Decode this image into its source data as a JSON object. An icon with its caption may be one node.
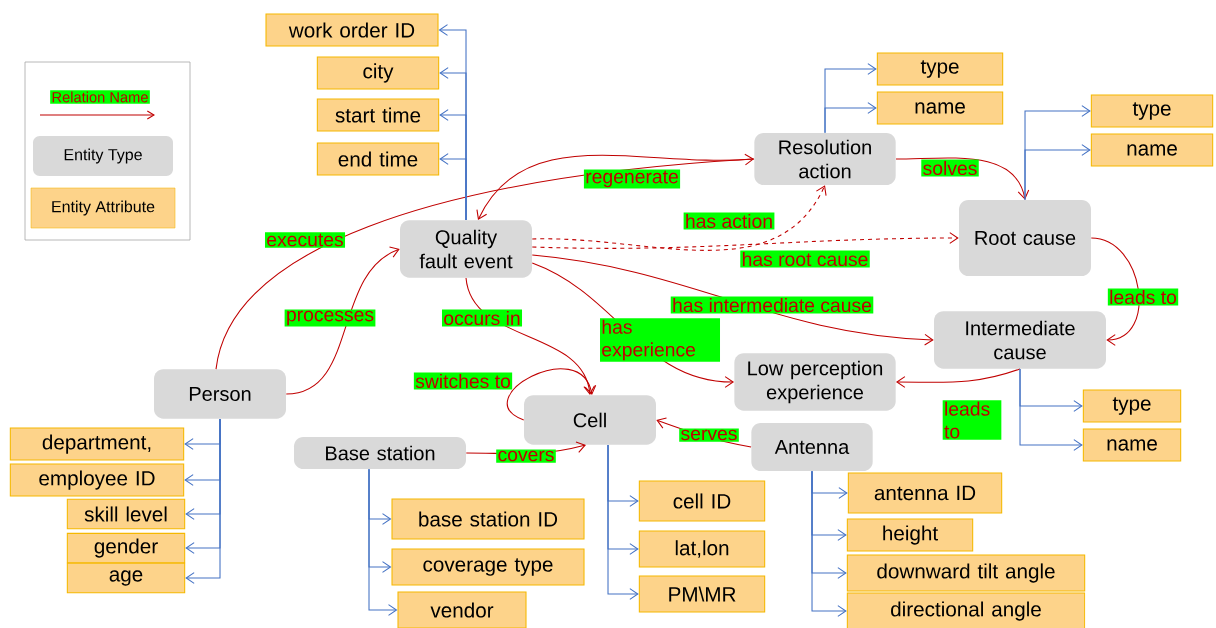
{
  "diagram": {
    "nodes": [
      {
        "text": [
          "Quality fault event"
        ]
      },
      {
        "text": [
          "Resolution action"
        ]
      },
      {
        "text": [
          "Root cause"
        ]
      },
      {
        "text": [
          "Intermediate cause"
        ]
      },
      {
        "text": [
          "Low perception experience"
        ]
      },
      {
        "text": [
          "Person"
        ]
      },
      {
        "text": [
          "Cell"
        ]
      },
      {
        "text": [
          "Base station"
        ]
      },
      {
        "text": [
          "Antenna"
        ]
      },
      {
        "text": [
          "work order ID"
        ]
      },
      {
        "text": [
          "city"
        ]
      },
      {
        "text": [
          "start time"
        ]
      },
      {
        "text": [
          "end time"
        ]
      },
      {
        "text": [
          "type"
        ]
      },
      {
        "text": [
          "name"
        ]
      },
      {
        "text": [
          "type"
        ]
      },
      {
        "text": [
          "name"
        ]
      },
      {
        "text": [
          "type"
        ]
      },
      {
        "text": [
          "name"
        ]
      },
      {
        "text": [
          "department,"
        ]
      },
      {
        "text": [
          "employee ID"
        ]
      },
      {
        "text": [
          "skill level"
        ]
      },
      {
        "text": [
          "gender"
        ]
      },
      {
        "text": [
          "age"
        ]
      },
      {
        "text": [
          "base station ID"
        ]
      },
      {
        "text": [
          "coverage type"
        ]
      },
      {
        "text": [
          "vendor"
        ]
      },
      {
        "text": [
          "cell ID"
        ]
      },
      {
        "text": [
          "lat,lon"
        ]
      },
      {
        "text": [
          "PM\\MR"
        ]
      },
      {
        "text": [
          "antenna ID"
        ]
      },
      {
        "text": [
          "height"
        ]
      },
      {
        "text": [
          "downward tilt angle"
        ]
      },
      {
        "text": [
          "directional angle"
        ]
      }
    ],
    "edges": [
      {
        "from": 5,
        "to": 1,
        "arrow": "to",
        "label": "executes",
        "color": "#c00000"
      },
      {
        "from": 5,
        "to": 0,
        "arrow": "to",
        "label": "processes",
        "color": "#c00000"
      },
      {
        "from": 1,
        "to": 0,
        "arrow": "to",
        "label": "regenerate",
        "color": "#c00000"
      },
      {
        "from": 0,
        "to": 1,
        "arrow": "to",
        "label": "has action",
        "style": "dashed",
        "color": "#c00000"
      },
      {
        "from": 0,
        "to": 2,
        "arrow": "to",
        "label": "has root cause",
        "style": "dashed",
        "color": "#c00000"
      },
      {
        "from": 0,
        "to": 3,
        "arrow": "to",
        "label": "has intermediate cause",
        "color": "#c00000"
      },
      {
        "from": 0,
        "to": 4,
        "arrow": "to",
        "label": "has experience",
        "color": "#c00000"
      },
      {
        "from": 0,
        "to": 6,
        "arrow": "to",
        "label": "occurs in",
        "color": "#c00000"
      },
      {
        "from": 6,
        "to": 6,
        "arrow": "to",
        "label": "switches to",
        "color": "#c00000"
      },
      {
        "from": 7,
        "to": 6,
        "arrow": "to",
        "label": "covers",
        "color": "#c00000"
      },
      {
        "from": 8,
        "to": 6,
        "arrow": "to",
        "label": "serves",
        "color": "#c00000"
      },
      {
        "from": 1,
        "to": 2,
        "arrow": "to",
        "label": "solves",
        "color": "#c00000"
      },
      {
        "from": 2,
        "to": 3,
        "arrow": "to",
        "label": "leads to",
        "color": "#c00000"
      },
      {
        "from": 3,
        "to": 4,
        "arrow": "to",
        "label": "leads to",
        "color": "#c00000"
      },
      {
        "from": 0,
        "to": 9,
        "arrow": "to"
      },
      {
        "from": 0,
        "to": 10,
        "arrow": "to"
      },
      {
        "from": 0,
        "to": 11,
        "arrow": "to"
      },
      {
        "from": 0,
        "to": 12,
        "arrow": "to"
      },
      {
        "from": 1,
        "to": 13,
        "arrow": "to"
      },
      {
        "from": 1,
        "to": 14,
        "arrow": "to"
      },
      {
        "from": 2,
        "to": 15,
        "arrow": "to"
      },
      {
        "from": 2,
        "to": 16,
        "arrow": "to"
      },
      {
        "from": 3,
        "to": 17,
        "arrow": "to"
      },
      {
        "from": 3,
        "to": 18,
        "arrow": "to"
      },
      {
        "from": 5,
        "to": 19,
        "arrow": "to"
      },
      {
        "from": 5,
        "to": 20,
        "arrow": "to"
      },
      {
        "from": 5,
        "to": 21,
        "arrow": "to"
      },
      {
        "from": 5,
        "to": 22,
        "arrow": "to"
      },
      {
        "from": 5,
        "to": 23,
        "arrow": "to"
      },
      {
        "from": 7,
        "to": 24,
        "arrow": "to"
      },
      {
        "from": 7,
        "to": 25,
        "arrow": "to"
      },
      {
        "from": 7,
        "to": 26,
        "arrow": "to"
      },
      {
        "from": 6,
        "to": 27,
        "arrow": "to"
      },
      {
        "from": 6,
        "to": 28,
        "arrow": "to"
      },
      {
        "from": 6,
        "to": 29,
        "arrow": "to"
      },
      {
        "from": 8,
        "to": 30,
        "arrow": "to"
      },
      {
        "from": 8,
        "to": 31,
        "arrow": "to"
      },
      {
        "from": 8,
        "to": 32,
        "arrow": "to"
      },
      {
        "from": 8,
        "to": 33,
        "arrow": "to"
      }
    ],
    "legend": [
      {
        "text": "Relation Name"
      },
      {
        "text": "Entity Type",
        "color": "#d9d9d9"
      },
      {
        "text": "Entity Attribute",
        "color": "#fdd38a"
      }
    ]
  }
}
